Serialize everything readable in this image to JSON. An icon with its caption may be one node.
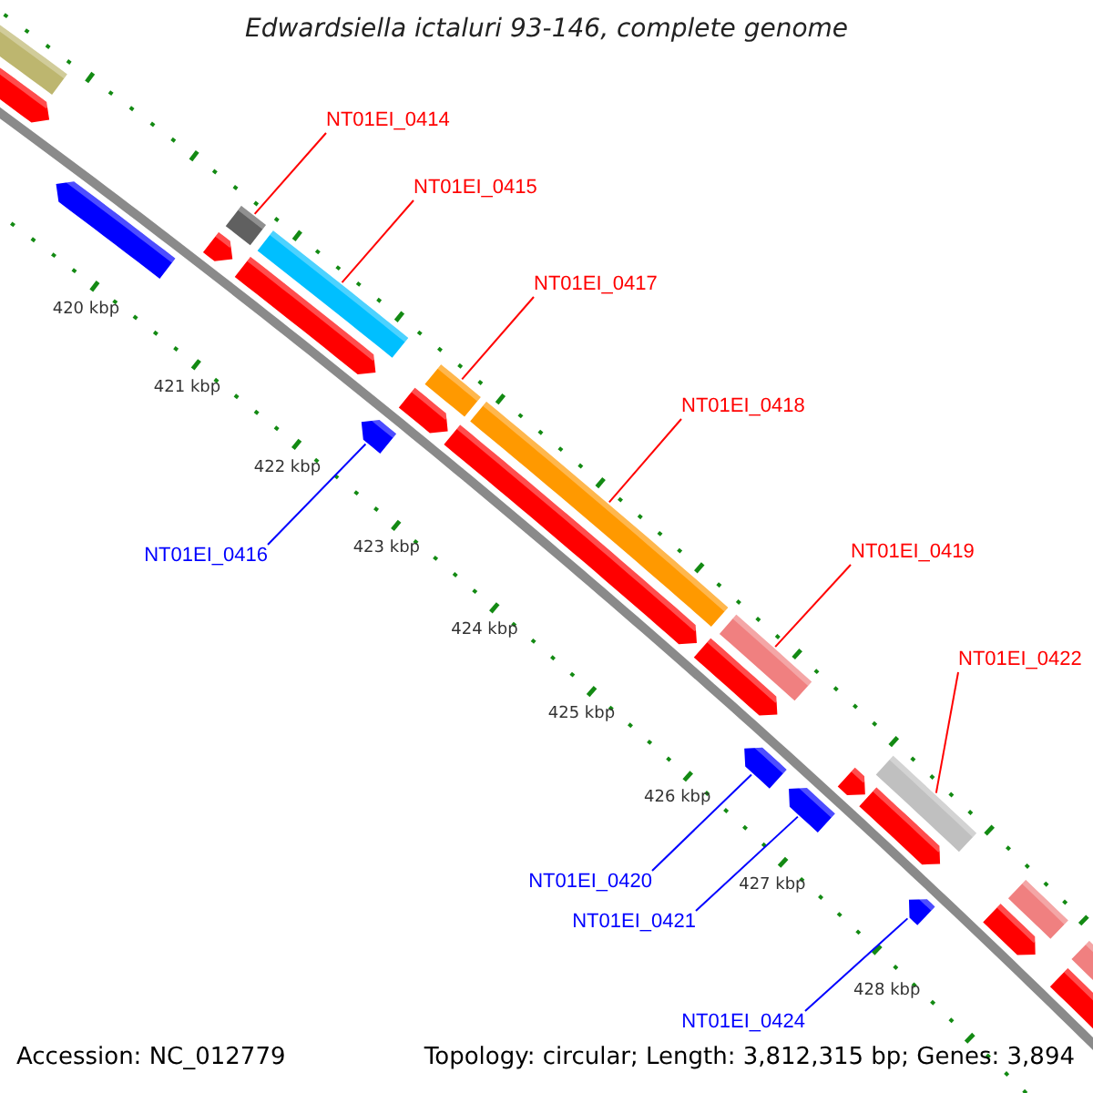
{
  "diagram": {
    "title": "Edwardsiella ictaluri 93-146, complete genome",
    "nodes": [
      {
        "text": [
          "NT01EI_0414"
        ]
      },
      {
        "text": [],
        "shape": "bar"
      },
      {
        "text": [
          "NT01EI_0415"
        ]
      },
      {
        "text": [],
        "shape": "bar"
      },
      {
        "text": [
          "NT01EI_0417"
        ]
      },
      {
        "text": [],
        "shape": "bar"
      },
      {
        "text": [
          "NT01EI_0418"
        ]
      },
      {
        "text": [],
        "shape": "bar"
      },
      {
        "text": [
          "NT01EI_0416"
        ]
      },
      {
        "text": [],
        "shape": "arrow"
      },
      {
        "text": [
          "NT01EI_0419"
        ]
      },
      {
        "text": [],
        "shape": "bar"
      },
      {
        "text": [
          "NT01EI_0422"
        ]
      },
      {
        "text": [],
        "shape": "bar"
      },
      {
        "text": [
          "NT01EI_0420"
        ]
      },
      {
        "text": [],
        "shape": "arrow"
      },
      {
        "text": [
          "NT01EI_0421"
        ]
      },
      {
        "text": [],
        "shape": "arrow"
      },
      {
        "text": [
          "NT01EI_0424"
        ]
      },
      {
        "text": [],
        "shape": "arrow"
      },
      {
        "text": [],
        "shape": "bar"
      },
      {
        "text": [],
        "shape": "arrow"
      },
      {
        "text": [],
        "shape": "arrow"
      },
      {
        "text": [],
        "shape": "arrow"
      },
      {
        "text": [],
        "shape": "arrow"
      },
      {
        "text": [],
        "shape": "arrow"
      },
      {
        "text": [],
        "shape": "arrow"
      },
      {
        "text": [],
        "shape": "arrow"
      },
      {
        "text": [],
        "shape": "arrow"
      },
      {
        "text": [],
        "shape": "arrow"
      },
      {
        "text": [],
        "shape": "bar"
      },
      {
        "text": [],
        "shape": "arrow"
      },
      {
        "text": [],
        "shape": "bar"
      },
      {
        "text": [],
        "shape": "arrow"
      }
    ],
    "edges": [
      {
        "from": 0,
        "to": 1,
        "arrow": "none"
      },
      {
        "from": 2,
        "to": 3,
        "arrow": "none"
      },
      {
        "from": 4,
        "to": 5,
        "arrow": "none"
      },
      {
        "from": 6,
        "to": 7,
        "arrow": "none"
      },
      {
        "from": 8,
        "to": 9,
        "arrow": "none",
        "color": "#0000ff"
      },
      {
        "from": 10,
        "to": 11,
        "arrow": "none"
      },
      {
        "from": 12,
        "to": 13,
        "arrow": "none"
      },
      {
        "from": 14,
        "to": 15,
        "arrow": "none",
        "color": "#0000ff"
      },
      {
        "from": 16,
        "to": 17,
        "arrow": "none",
        "color": "#0000ff"
      },
      {
        "from": 18,
        "to": 19,
        "arrow": "none",
        "color": "#0000ff"
      }
    ],
    "labels": [
      "420 kbp",
      "421 kbp",
      "422 kbp",
      "423 kbp",
      "424 kbp",
      "425 kbp",
      "426 kbp",
      "427 kbp",
      "428 kbp",
      "Accession: NC_012779",
      "Topology: circular; Length: 3,812,315 bp; Genes: 3,894"
    ]
  }
}
